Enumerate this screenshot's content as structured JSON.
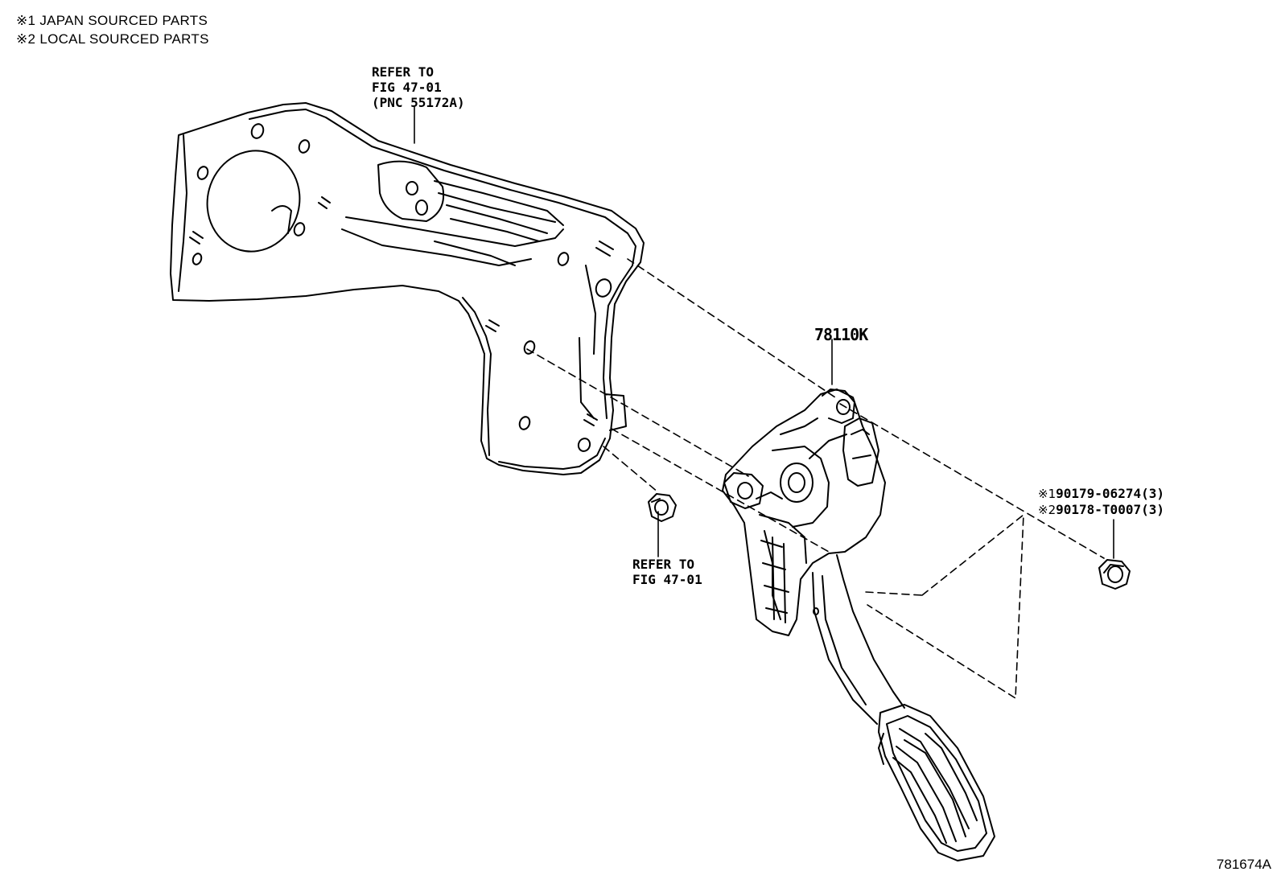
{
  "legend": {
    "japan": "※1 JAPAN SOURCED PARTS",
    "local": "※2 LOCAL SOURCED PARTS"
  },
  "callouts": {
    "bracket_ref": {
      "line1": "REFER TO",
      "line2": "FIG 47-01",
      "line3": "(PNC 55172A)"
    },
    "nut_ref": {
      "line1": "REFER TO",
      "line2": "FIG 47-01"
    },
    "pedal_part": "78110K",
    "bolt_japan": {
      "mark": "※1",
      "part": "90179-06274(3)"
    },
    "bolt_local": {
      "mark": "※2",
      "part": "90178-T0007(3)"
    }
  },
  "figure_id": "781674A"
}
